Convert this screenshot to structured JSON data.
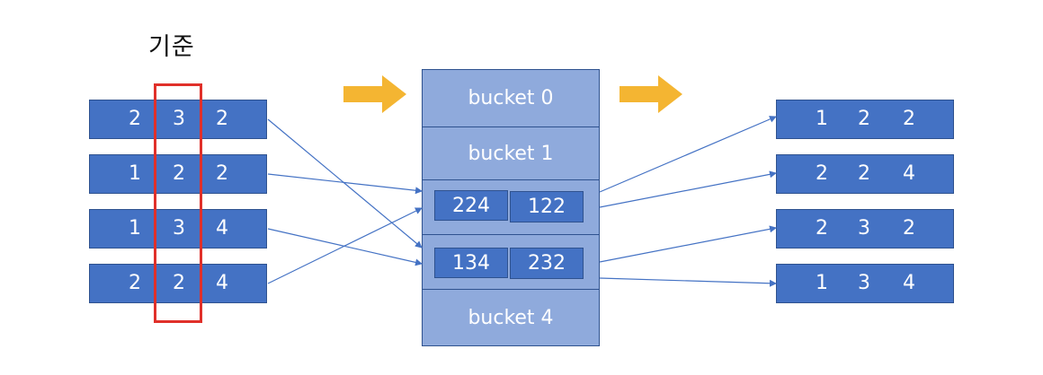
{
  "title": "기준",
  "colors": {
    "record": "#4472c4",
    "bucket": "#8faadc",
    "highlight": "#e0302a",
    "arrow": "#f4b532",
    "line": "#4472c4"
  },
  "input_rows": [
    [
      "2",
      "3",
      "2"
    ],
    [
      "1",
      "2",
      "2"
    ],
    [
      "1",
      "3",
      "4"
    ],
    [
      "2",
      "2",
      "4"
    ]
  ],
  "buckets": {
    "b0": "bucket  0",
    "b1": "bucket  1",
    "b4": "bucket  4",
    "b2_items": [
      "224",
      "122"
    ],
    "b3_items": [
      "134",
      "232"
    ]
  },
  "output_rows": [
    [
      "1",
      "2",
      "2"
    ],
    [
      "2",
      "2",
      "4"
    ],
    [
      "2",
      "3",
      "2"
    ],
    [
      "1",
      "3",
      "4"
    ]
  ],
  "icons": {
    "arrows": "right-arrow-icon"
  }
}
